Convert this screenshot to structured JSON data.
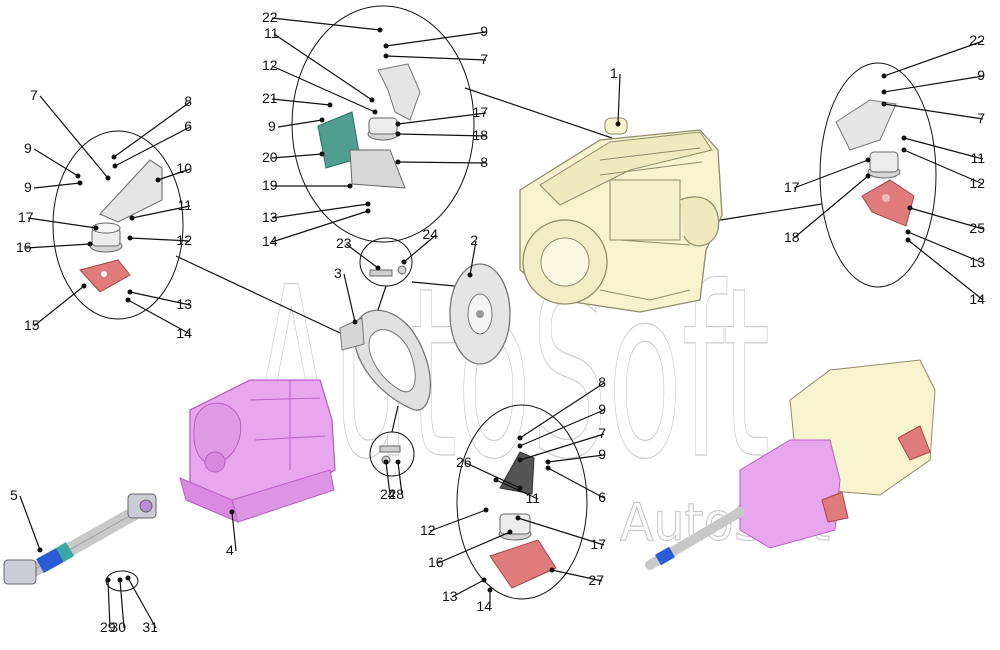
{
  "watermark": {
    "large": "AutoSoft",
    "small": "AutoSoft"
  },
  "colors": {
    "gearbox": "#e8a6ee",
    "gearbox_dark": "#b85fc4",
    "engine": "#f7f3cf",
    "engine_line": "#8f8a6a",
    "bracket_red": "#e07b7b",
    "bracket_green": "#4f9e8f",
    "part_grey": "#d9d9d9",
    "shaft_blue": "#2a5cd6",
    "shaft_teal": "#3aa6a6"
  },
  "callouts": [
    "22",
    "11",
    "12",
    "21",
    "9",
    "20",
    "19",
    "13",
    "14",
    "9",
    "7",
    "17",
    "18",
    "8",
    "7",
    "8",
    "6",
    "9",
    "9",
    "10",
    "11",
    "17",
    "12",
    "16",
    "15",
    "13",
    "14",
    "1",
    "2",
    "3",
    "23",
    "24",
    "24",
    "28",
    "22",
    "9",
    "7",
    "11",
    "12",
    "17",
    "18",
    "25",
    "13",
    "14",
    "8",
    "9",
    "7",
    "9",
    "26",
    "6",
    "11",
    "12",
    "17",
    "16",
    "27",
    "13",
    "14",
    "5",
    "4",
    "29",
    "30",
    "31"
  ]
}
